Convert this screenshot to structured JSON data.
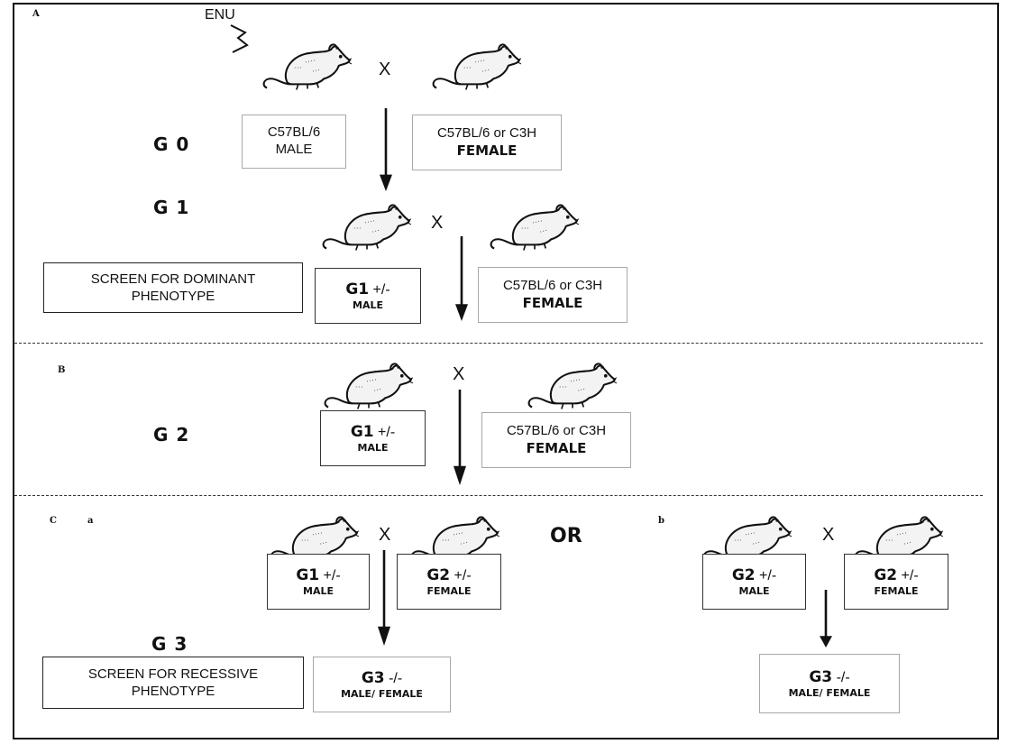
{
  "sections": {
    "a": "A",
    "b": "B",
    "c": "C",
    "sub_a": "a",
    "sub_b": "b"
  },
  "mutagen": "ENU",
  "cross_symbol": "X",
  "or_label": "OR",
  "generations": {
    "g0": "G 0",
    "g1": "G 1",
    "g2": "G 2",
    "g3": "G 3"
  },
  "g0": {
    "male_strain": "C57BL/6",
    "male_sex": "MALE",
    "female_strain": "C57BL/6 or C3H",
    "female_sex": "FEMALE"
  },
  "g1": {
    "screen_line1": "SCREEN FOR DOMINANT",
    "screen_line2": "PHENOTYPE",
    "male_gen": "G1",
    "male_geno": " +/-",
    "male_sex": "MALE",
    "female_strain": "C57BL/6 or C3H",
    "female_sex": "FEMALE"
  },
  "g2": {
    "male_gen": "G1",
    "male_geno": " +/-",
    "male_sex": "MALE",
    "female_strain": "C57BL/6 or C3H",
    "female_sex": "FEMALE"
  },
  "c_a": {
    "male_gen": "G1",
    "male_geno": " +/-",
    "male_sex": "MALE",
    "female_gen": "G2",
    "female_geno": " +/-",
    "female_sex": "FEMALE"
  },
  "c_b": {
    "male_gen": "G2",
    "male_geno": " +/-",
    "male_sex": "MALE",
    "female_gen": "G2",
    "female_geno": " +/-",
    "female_sex": "FEMALE"
  },
  "g3": {
    "screen_line1": "SCREEN FOR RECESSIVE",
    "screen_line2": "PHENOTYPE",
    "a_gen": "G3",
    "a_geno": " -/-",
    "a_sex": "MALE/ FEMALE",
    "b_gen": "G3",
    "b_geno": " -/-",
    "b_sex": "MALE/ FEMALE"
  },
  "icons": [
    "mouse-icon",
    "lightning-bolt-icon",
    "down-arrow-icon"
  ]
}
